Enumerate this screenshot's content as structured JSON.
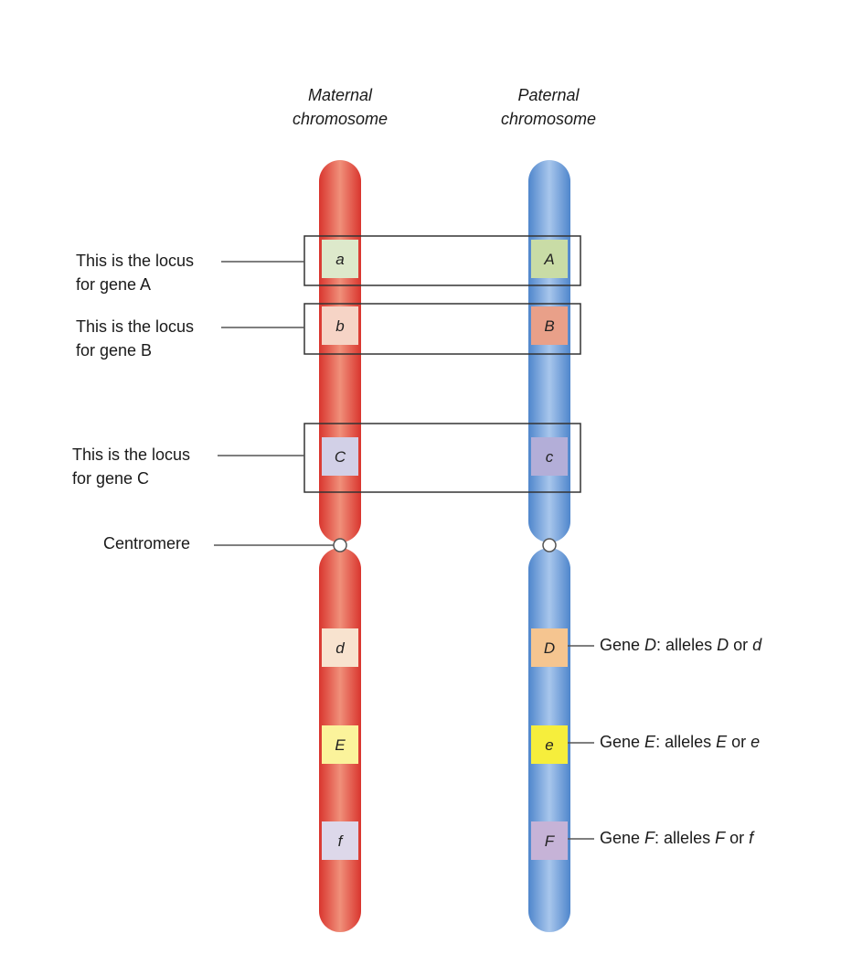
{
  "header": {
    "maternal": [
      "Maternal",
      "chromosome"
    ],
    "paternal": [
      "Paternal",
      "chromosome"
    ]
  },
  "locus_labels": {
    "a": [
      "This is the locus",
      "for gene A"
    ],
    "b": [
      "This is the locus",
      "for gene B"
    ],
    "c": [
      "This is the locus",
      "for gene C"
    ]
  },
  "centromere_label": "Centromere",
  "maternal_alleles": {
    "a": "a",
    "b": "b",
    "c": "C",
    "d": "d",
    "e": "E",
    "f": "f"
  },
  "paternal_alleles": {
    "a": "A",
    "b": "B",
    "c": "c",
    "d": "D",
    "e": "e",
    "f": "F"
  },
  "gene_labels": {
    "d": {
      "pre": "Gene ",
      "gene": "D",
      "mid": ": alleles ",
      "a1": "D",
      "or": " or ",
      "a2": "d"
    },
    "e": {
      "pre": "Gene ",
      "gene": "E",
      "mid": ": alleles ",
      "a1": "E",
      "or": " or ",
      "a2": "e"
    },
    "f": {
      "pre": "Gene ",
      "gene": "F",
      "mid": ": alleles ",
      "a1": "F",
      "or": " or ",
      "a2": "f"
    }
  },
  "colors": {
    "maternal": "#e0473f",
    "maternal_light": "#f0a08a",
    "paternal": "#5b8fd3",
    "paternal_light": "#a9c6ec",
    "band_green": "#d9e8c6",
    "band_green_dark": "#c5d9a4",
    "band_peach": "#f6d3c4",
    "band_salmon": "#e99e86",
    "band_lavender": "#d4d1e8",
    "band_purple": "#b4aed8",
    "band_cream": "#f8e1cc",
    "band_orange": "#f6c38e",
    "band_yellow": "#fbf29a",
    "band_yellow_bright": "#f7ee3a",
    "band_lilac": "#dcd6ea",
    "band_mauve": "#c7b2d6"
  }
}
